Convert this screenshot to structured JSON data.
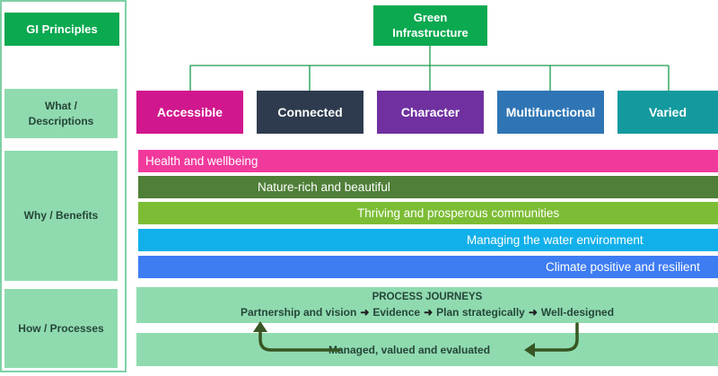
{
  "labels": {
    "gi_principles": "GI Principles",
    "what": "What /\nDescriptions",
    "why": "Why / Benefits",
    "how": "How / Processes"
  },
  "top_node": "Green\nInfrastructure",
  "categories": [
    {
      "label": "Accessible",
      "color": "#d1178d"
    },
    {
      "label": "Connected",
      "color": "#2e3b4e"
    },
    {
      "label": "Character",
      "color": "#7030a0"
    },
    {
      "label": "Multifunctional",
      "color": "#2f75b5"
    },
    {
      "label": "Varied",
      "color": "#139a9e"
    }
  ],
  "benefits": [
    {
      "label": "Health and wellbeing",
      "color": "#f1399c"
    },
    {
      "label": "Nature-rich and beautiful",
      "color": "#4f7f38"
    },
    {
      "label": "Thriving and prosperous communities",
      "color": "#7dbd35"
    },
    {
      "label": "Managing the water environment",
      "color": "#12b0ea"
    },
    {
      "label": "Climate positive and resilient",
      "color": "#3e7cf2"
    }
  ],
  "process": {
    "title": "PROCESS JOURNEYS",
    "steps": [
      "Partnership and vision",
      "Evidence",
      "Plan strategically",
      "Well-designed"
    ],
    "loop": "Managed, valued and evaluated"
  },
  "colors": {
    "accent_green": "#0ba950",
    "panel_green": "#8fdbaf",
    "connector": "#1a9a4a",
    "arrow": "#375623"
  },
  "icons": [
    "right-arrow-icon",
    "curved-return-arrow-icon"
  ]
}
